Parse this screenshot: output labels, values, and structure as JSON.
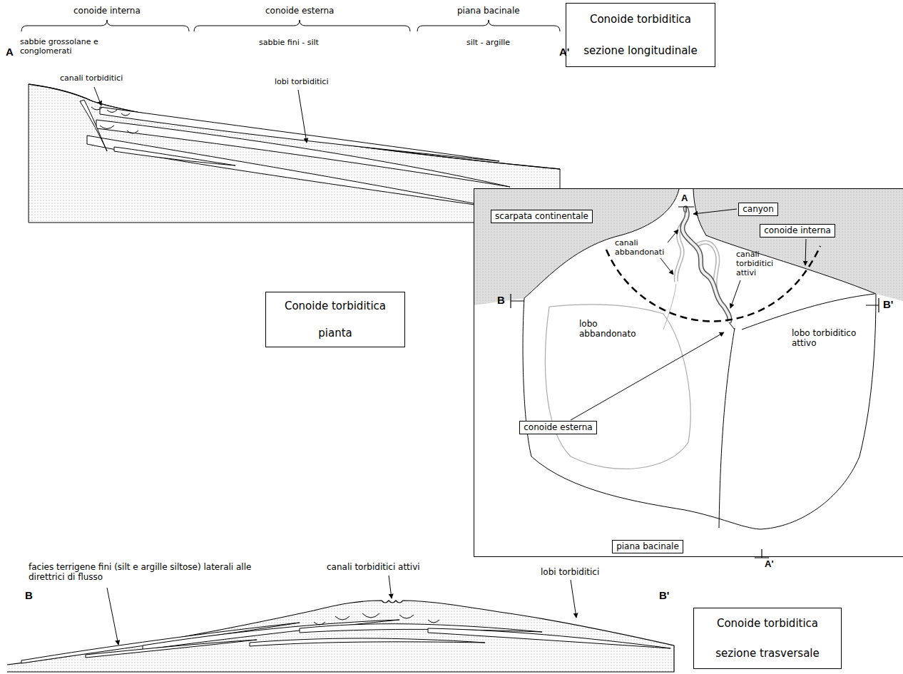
{
  "diagram": {
    "nodes": [
      {
        "text": [
          "Conoide torbiditica sezione longitudinale"
        ]
      },
      {
        "text": [
          "scarpata continentale"
        ]
      },
      {
        "text": [
          "canyon"
        ]
      },
      {
        "text": [
          "conoide interna"
        ]
      },
      {
        "text": [
          "Conoide torbiditica pianta"
        ]
      },
      {
        "text": [
          "conoide esterna"
        ]
      },
      {
        "text": [
          "piana bacinale"
        ]
      },
      {
        "text": [
          "Conoide torbiditica sezione trasversale"
        ]
      }
    ],
    "labels": [
      "conoide interna",
      "conoide esterna",
      "piana bacinale",
      "sabbie grossolane e conglomerati",
      "sabbie fini - silt",
      "silt - argille",
      "A",
      "canali torbiditici",
      "lobi torbiditici",
      "A'",
      "A",
      "canali abbandonati",
      "canali torbiditici attivi",
      "B",
      "B'",
      "lobo abbandonato",
      "lobo torbiditico attivo",
      "A'",
      "facies terrigene fini (silt e argille siltose) laterali alle direttrici di flusso",
      "canali torbiditici attivi",
      "lobi torbiditici",
      "B",
      "B'"
    ]
  }
}
